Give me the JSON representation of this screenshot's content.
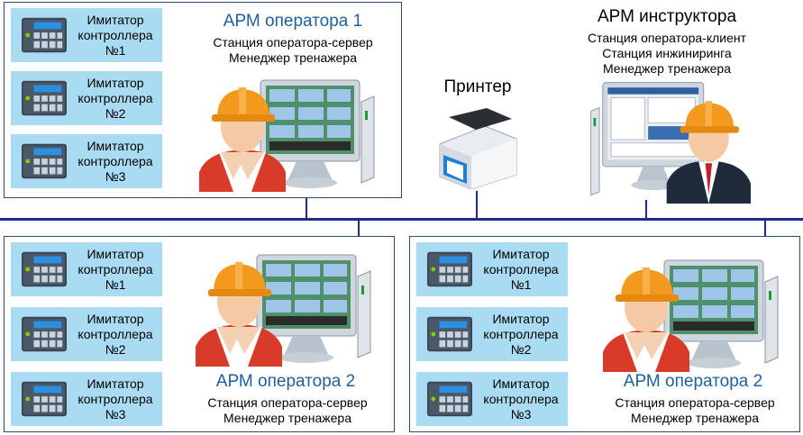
{
  "simulator": {
    "line1": "Имитатор",
    "line2": "контроллера",
    "n1": "№1",
    "n2": "№2",
    "n3": "№3"
  },
  "ws1": {
    "title": "АРМ оператора 1",
    "line1": "Станция оператора-сервер",
    "line2": "Менеджер тренажера"
  },
  "ws2": {
    "title": "АРМ оператора 2",
    "line1": "Станция оператора-сервер",
    "line2": "Менеджер тренажера"
  },
  "ws3": {
    "title": "АРМ оператора 2",
    "line1": "Станция оператора-сервер",
    "line2": "Менеджер тренажера"
  },
  "printer": {
    "title": "Принтер"
  },
  "instructor": {
    "title": "АРМ инструктора",
    "line1": "Станция оператора-клиент",
    "line2": "Станция инжиниринга",
    "line3": "Менеджер тренажера"
  },
  "colors": {
    "accent_title": "#1f5f9d",
    "sim_bg": "#a9dcf3",
    "network_line": "#1c2d8f",
    "helmet": "#f39a1e"
  }
}
